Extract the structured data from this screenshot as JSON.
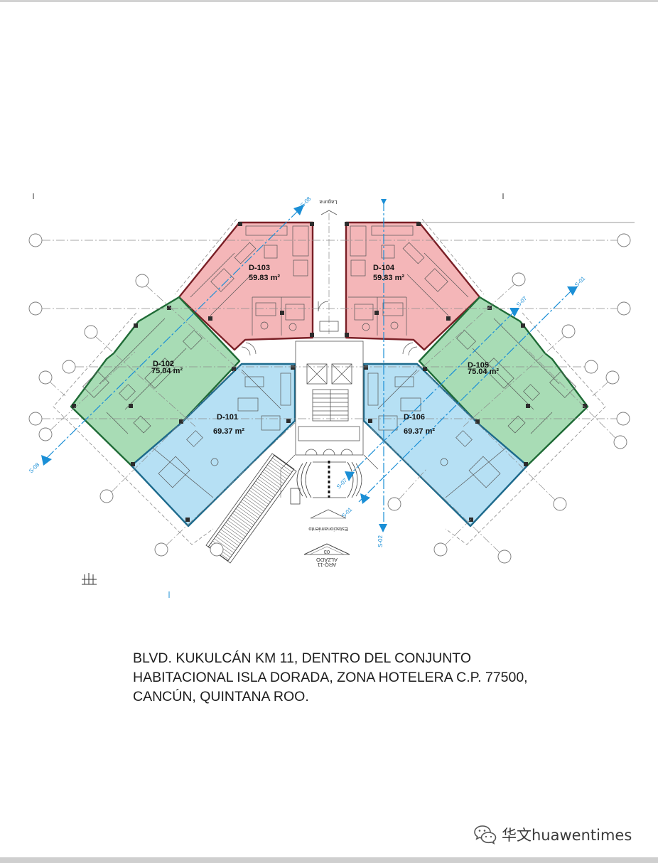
{
  "floor_plan": {
    "north_label": "Laguna",
    "south_label": "Estacionamiento",
    "elevation_marker": {
      "number": "03",
      "title": "ALZADO",
      "sheet": "ARQ-11"
    },
    "units": {
      "d103": {
        "name": "D-103",
        "area": "59.83 m²"
      },
      "d104": {
        "name": "D-104",
        "area": "59.83 m²"
      },
      "d102": {
        "name": "D-102",
        "area": "75.04 m²"
      },
      "d105": {
        "name": "D-105",
        "area": "75.04 m²"
      },
      "d101": {
        "name": "D-101",
        "area": "69.37 m²"
      },
      "d106": {
        "name": "D-106",
        "area": "69.37 m²"
      }
    },
    "sections": {
      "s08": "S-08",
      "s01": "S-01",
      "s07": "S-07",
      "s02": "S-02"
    }
  },
  "colors": {
    "unit_pink": "#f4b6b8",
    "unit_green": "#a8dcb5",
    "unit_blue": "#b6e0f4",
    "pink_wall": "#7a1f26",
    "green_wall": "#1f6b36",
    "blue_wall": "#1e6b8d",
    "section_line": "#1b8fd6"
  },
  "address": {
    "line1": "BLVD. KUKULCÁN KM 11, DENTRO DEL CONJUNTO",
    "line2": "HABITACIONAL ISLA DORADA, ZONA HOTELERA C.P. 77500,",
    "line3": "CANCÚN, QUINTANA ROO."
  },
  "watermark": {
    "icon": "wechat-icon",
    "text": "华文huawentimes"
  }
}
